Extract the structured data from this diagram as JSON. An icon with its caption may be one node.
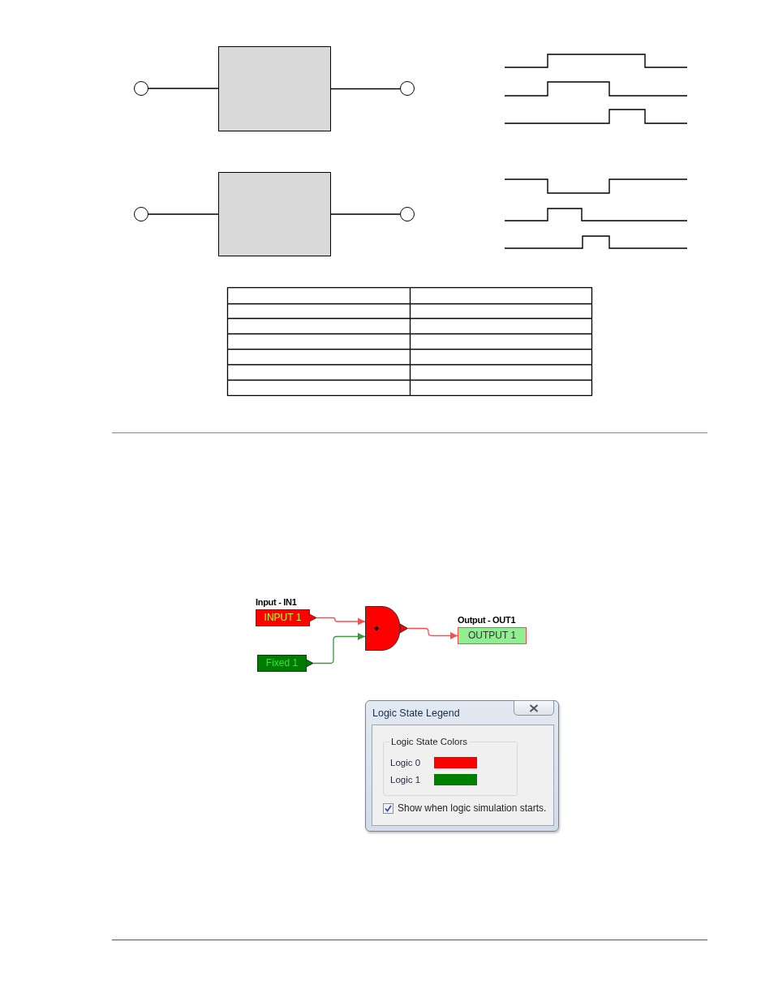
{
  "diagram": {
    "nodes": [
      {
        "text": [],
        "shape": "circle"
      },
      {
        "text": [],
        "shape": "box"
      },
      {
        "text": [],
        "shape": "circle"
      },
      {
        "text": [],
        "shape": "circle"
      },
      {
        "text": [],
        "shape": "box"
      },
      {
        "text": [],
        "shape": "circle"
      },
      {
        "text": [
          "Input - IN1",
          "INPUT 1"
        ]
      },
      {
        "text": [
          "Fixed 1"
        ]
      },
      {
        "text": [],
        "shape": "gate"
      },
      {
        "text": [
          "Output - OUT1",
          "OUTPUT 1"
        ]
      }
    ],
    "edges": [
      {
        "from": 0,
        "to": 1,
        "arrow": "none"
      },
      {
        "from": 1,
        "to": 2,
        "arrow": "none"
      },
      {
        "from": 3,
        "to": 4,
        "arrow": "none"
      },
      {
        "from": 4,
        "to": 5,
        "arrow": "none"
      },
      {
        "from": 6,
        "to": 8,
        "arrow": "to",
        "color": "#ff4d4d"
      },
      {
        "from": 7,
        "to": 8,
        "arrow": "to",
        "color": "#3a9a3a"
      },
      {
        "from": 8,
        "to": 9,
        "arrow": "to",
        "color": "#ff4d4d"
      }
    ],
    "labels": [
      "Logic State Legend",
      "Logic State Colors",
      "Show when logic simulation starts."
    ],
    "legend": [
      {
        "text": "Logic 0",
        "color": "#ff0000"
      },
      {
        "text": "Logic 1",
        "color": "#008000"
      }
    ]
  }
}
